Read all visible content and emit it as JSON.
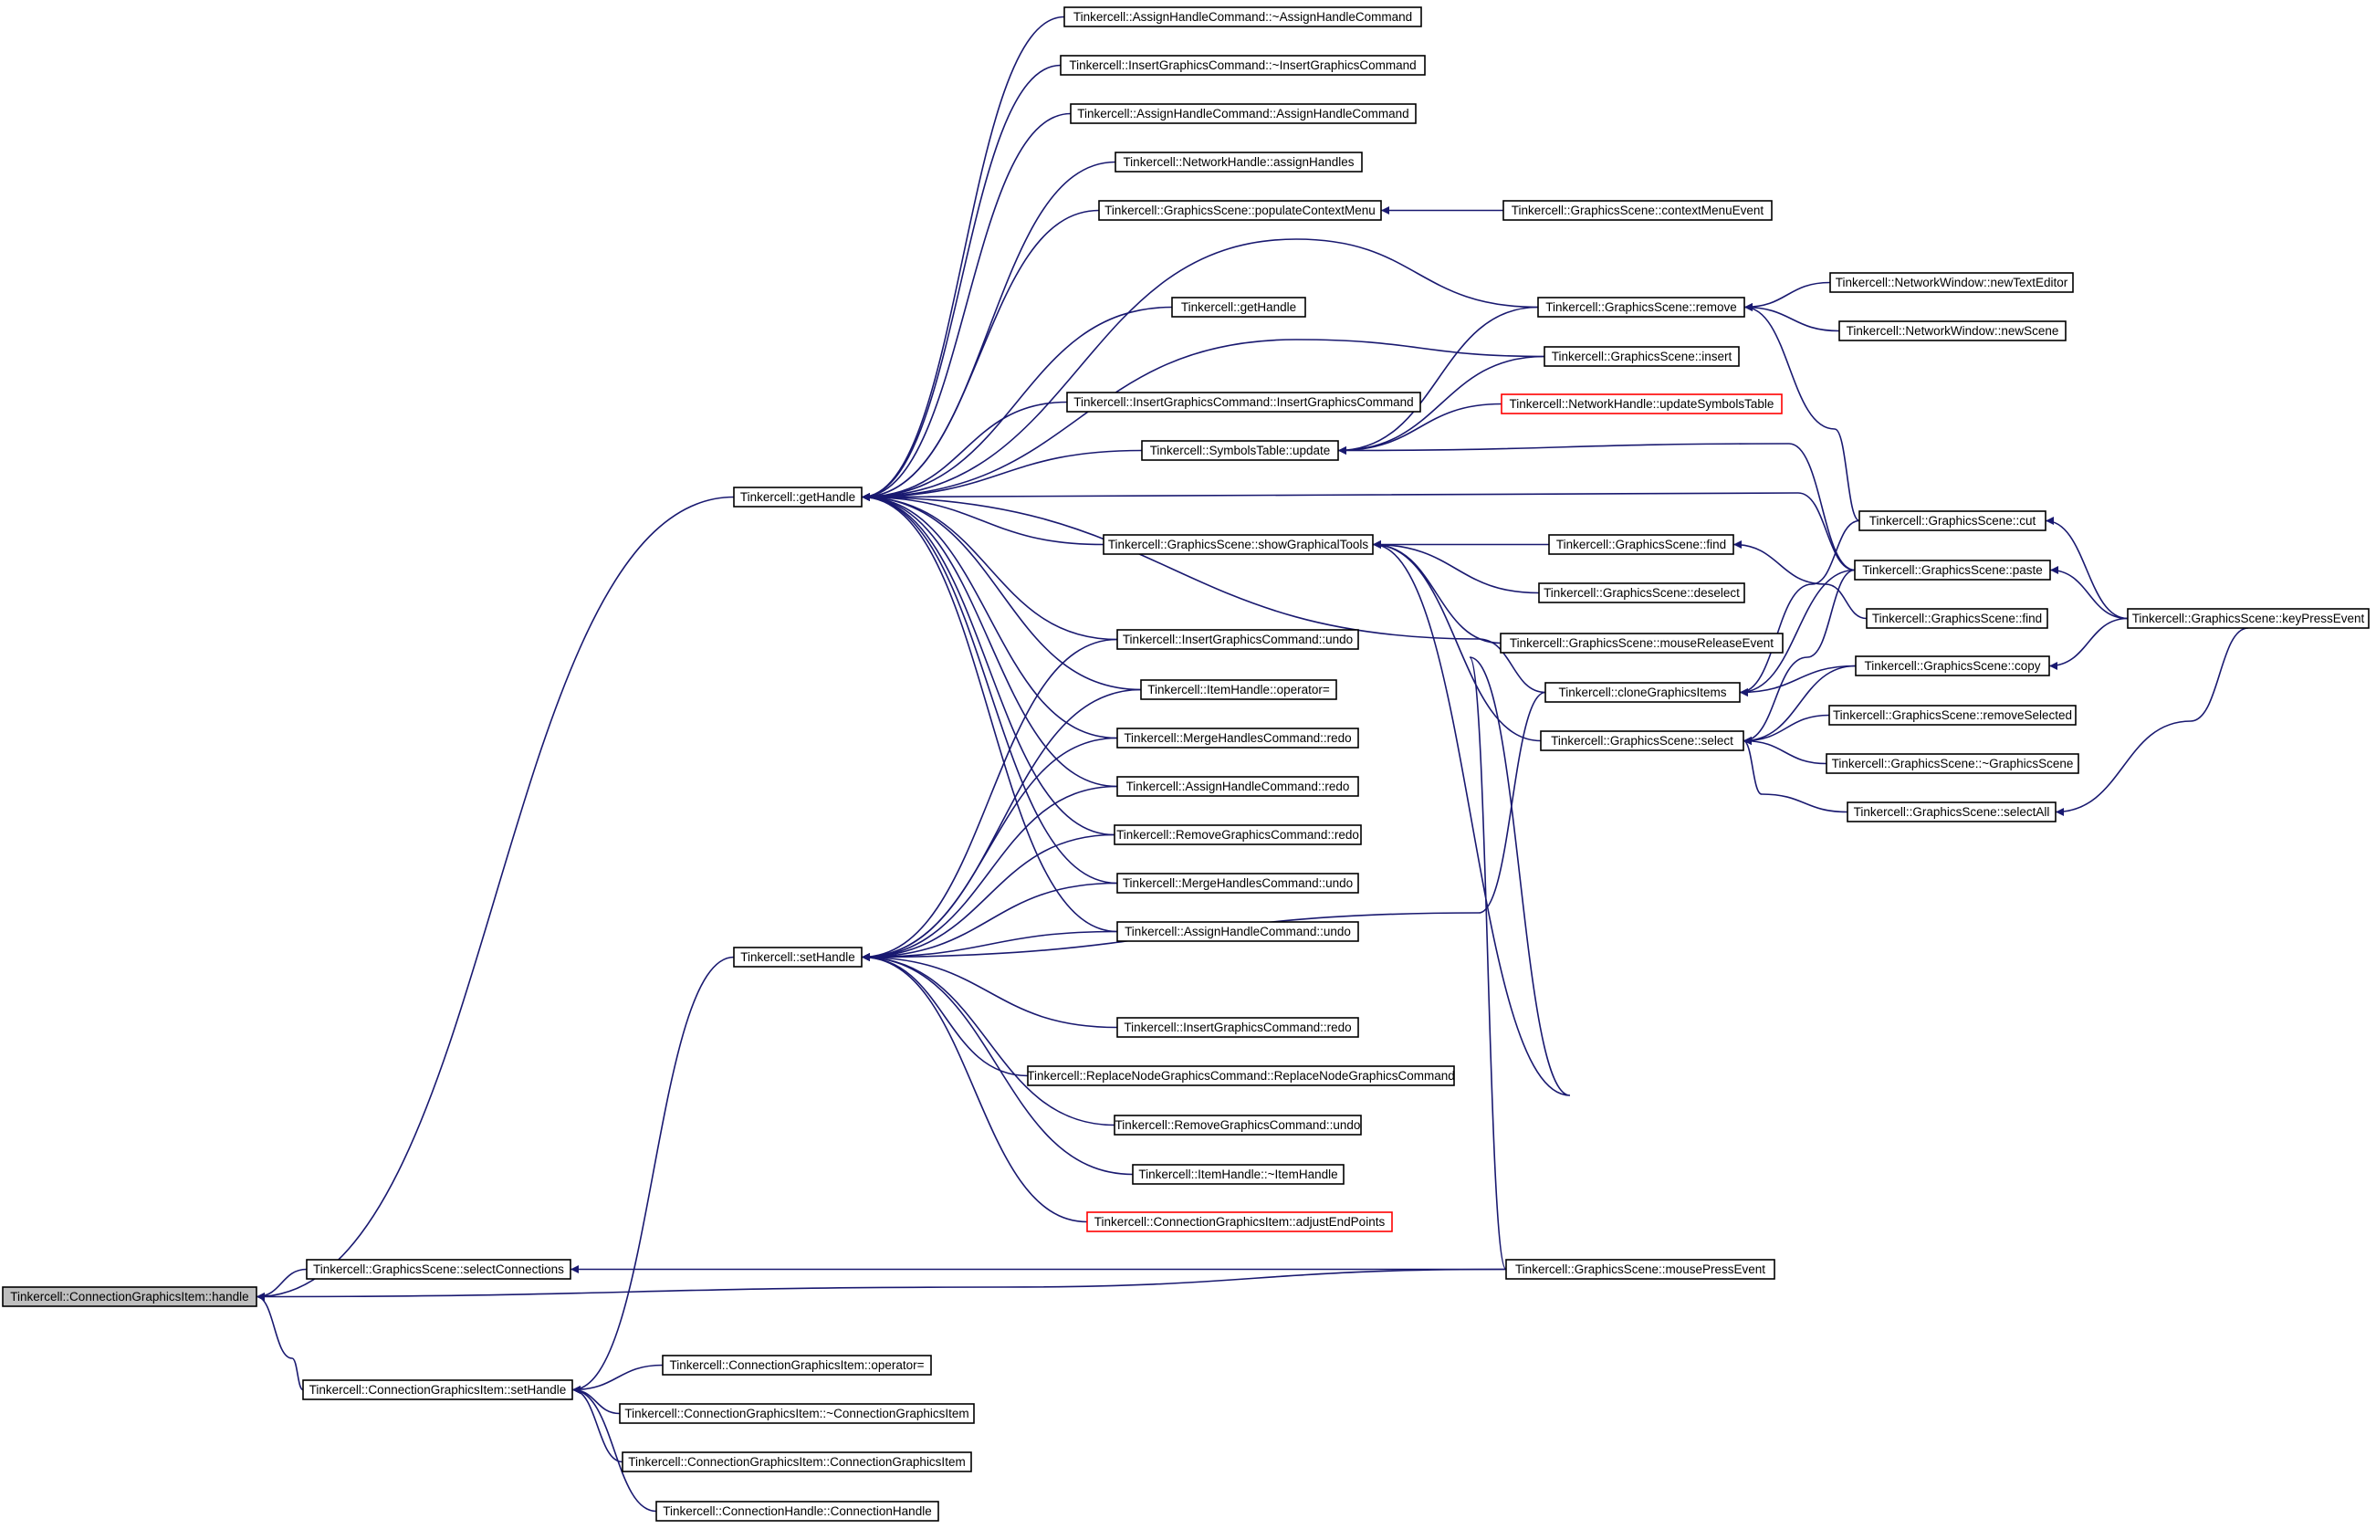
{
  "diagram": {
    "type": "caller-graph",
    "colors": {
      "edge": "#191970",
      "node_border": "#000000",
      "truncated_node_border": "#ff0000",
      "root_fill": "#bfbfbf",
      "node_fill": "#ffffff"
    },
    "nodes": [
      {
        "id": "root",
        "label": "Tinkercell::ConnectionGraphicsItem::handle",
        "style": "root"
      },
      {
        "id": "gs_selectConnections",
        "label": "Tinkercell::GraphicsScene::selectConnections"
      },
      {
        "id": "cgi_setHandle",
        "label": "Tinkercell::ConnectionGraphicsItem::setHandle"
      },
      {
        "id": "getHandle",
        "label": "Tinkercell::getHandle"
      },
      {
        "id": "setHandle",
        "label": "Tinkercell::setHandle"
      },
      {
        "id": "ahc_dtor",
        "label": "Tinkercell::AssignHandleCommand::~AssignHandleCommand"
      },
      {
        "id": "igc_dtor",
        "label": "Tinkercell::InsertGraphicsCommand::~InsertGraphicsCommand"
      },
      {
        "id": "ahc_ctor",
        "label": "Tinkercell::AssignHandleCommand::AssignHandleCommand"
      },
      {
        "id": "nh_assignHandles",
        "label": "Tinkercell::NetworkHandle::assignHandles"
      },
      {
        "id": "gs_populateContextMenu",
        "label": "Tinkercell::GraphicsScene::populateContextMenu"
      },
      {
        "id": "getHandle2",
        "label": "Tinkercell::getHandle"
      },
      {
        "id": "igc_ctor",
        "label": "Tinkercell::InsertGraphicsCommand::InsertGraphicsCommand"
      },
      {
        "id": "st_update",
        "label": "Tinkercell::SymbolsTable::update"
      },
      {
        "id": "gs_showGraphicalTools",
        "label": "Tinkercell::GraphicsScene::showGraphicalTools"
      },
      {
        "id": "igc_undo",
        "label": "Tinkercell::InsertGraphicsCommand::undo"
      },
      {
        "id": "ih_assign",
        "label": "Tinkercell::ItemHandle::operator="
      },
      {
        "id": "mhc_redo",
        "label": "Tinkercell::MergeHandlesCommand::redo"
      },
      {
        "id": "ahc_redo",
        "label": "Tinkercell::AssignHandleCommand::redo"
      },
      {
        "id": "rgc_redo",
        "label": "Tinkercell::RemoveGraphicsCommand::redo"
      },
      {
        "id": "mhc_undo",
        "label": "Tinkercell::MergeHandlesCommand::undo"
      },
      {
        "id": "ahc_undo",
        "label": "Tinkercell::AssignHandleCommand::undo"
      },
      {
        "id": "igc_redo",
        "label": "Tinkercell::InsertGraphicsCommand::redo"
      },
      {
        "id": "rngc_ctor",
        "label": "Tinkercell::ReplaceNodeGraphicsCommand::ReplaceNodeGraphicsCommand"
      },
      {
        "id": "rgc_undo",
        "label": "Tinkercell::RemoveGraphicsCommand::undo"
      },
      {
        "id": "ih_dtor",
        "label": "Tinkercell::ItemHandle::~ItemHandle"
      },
      {
        "id": "cgi_adjustEndPoints",
        "label": "Tinkercell::ConnectionGraphicsItem::adjustEndPoints",
        "style": "truncated"
      },
      {
        "id": "cgi_assign",
        "label": "Tinkercell::ConnectionGraphicsItem::operator="
      },
      {
        "id": "cgi_dtor",
        "label": "Tinkercell::ConnectionGraphicsItem::~ConnectionGraphicsItem"
      },
      {
        "id": "cgi_ctor",
        "label": "Tinkercell::ConnectionGraphicsItem::ConnectionGraphicsItem"
      },
      {
        "id": "ch_ctor",
        "label": "Tinkercell::ConnectionHandle::ConnectionHandle"
      },
      {
        "id": "gs_contextMenuEvent",
        "label": "Tinkercell::GraphicsScene::contextMenuEvent"
      },
      {
        "id": "gs_remove",
        "label": "Tinkercell::GraphicsScene::remove"
      },
      {
        "id": "gs_insert",
        "label": "Tinkercell::GraphicsScene::insert"
      },
      {
        "id": "nh_updateSymbolsTable",
        "label": "Tinkercell::NetworkHandle::updateSymbolsTable",
        "style": "truncated"
      },
      {
        "id": "gs_find",
        "label": "Tinkercell::GraphicsScene::find"
      },
      {
        "id": "gs_deselect",
        "label": "Tinkercell::GraphicsScene::deselect"
      },
      {
        "id": "gs_mouseReleaseEvent",
        "label": "Tinkercell::GraphicsScene::mouseReleaseEvent"
      },
      {
        "id": "cloneGraphicsItems",
        "label": "Tinkercell::cloneGraphicsItems"
      },
      {
        "id": "gs_select",
        "label": "Tinkercell::GraphicsScene::select"
      },
      {
        "id": "gs_mousePressEvent",
        "label": "Tinkercell::GraphicsScene::mousePressEvent"
      },
      {
        "id": "nw_newTextEditor",
        "label": "Tinkercell::NetworkWindow::newTextEditor"
      },
      {
        "id": "nw_newScene",
        "label": "Tinkercell::NetworkWindow::newScene"
      },
      {
        "id": "gs_cut",
        "label": "Tinkercell::GraphicsScene::cut"
      },
      {
        "id": "gs_paste",
        "label": "Tinkercell::GraphicsScene::paste"
      },
      {
        "id": "gs_find2",
        "label": "Tinkercell::GraphicsScene::find"
      },
      {
        "id": "gs_copy",
        "label": "Tinkercell::GraphicsScene::copy"
      },
      {
        "id": "gs_removeSelected",
        "label": "Tinkercell::GraphicsScene::removeSelected"
      },
      {
        "id": "gs_dtor",
        "label": "Tinkercell::GraphicsScene::~GraphicsScene"
      },
      {
        "id": "gs_selectAll",
        "label": "Tinkercell::GraphicsScene::selectAll"
      },
      {
        "id": "gs_keyPressEvent",
        "label": "Tinkercell::GraphicsScene::keyPressEvent"
      }
    ],
    "edges": [
      [
        "getHandle",
        "root"
      ],
      [
        "gs_selectConnections",
        "root"
      ],
      [
        "gs_mousePressEvent",
        "root"
      ],
      [
        "cgi_setHandle",
        "root"
      ],
      [
        "gs_mousePressEvent",
        "gs_selectConnections"
      ],
      [
        "setHandle",
        "cgi_setHandle"
      ],
      [
        "cgi_assign",
        "cgi_setHandle"
      ],
      [
        "cgi_dtor",
        "cgi_setHandle"
      ],
      [
        "cgi_ctor",
        "cgi_setHandle"
      ],
      [
        "ch_ctor",
        "cgi_setHandle"
      ],
      [
        "ahc_dtor",
        "getHandle"
      ],
      [
        "igc_dtor",
        "getHandle"
      ],
      [
        "ahc_ctor",
        "getHandle"
      ],
      [
        "nh_assignHandles",
        "getHandle"
      ],
      [
        "gs_populateContextMenu",
        "getHandle"
      ],
      [
        "gs_remove",
        "getHandle"
      ],
      [
        "getHandle2",
        "getHandle"
      ],
      [
        "gs_insert",
        "getHandle"
      ],
      [
        "igc_ctor",
        "getHandle"
      ],
      [
        "st_update",
        "getHandle"
      ],
      [
        "gs_paste",
        "getHandle"
      ],
      [
        "gs_showGraphicalTools",
        "getHandle"
      ],
      [
        "cloneGraphicsItems",
        "getHandle"
      ],
      [
        "igc_undo",
        "getHandle"
      ],
      [
        "ih_assign",
        "getHandle"
      ],
      [
        "mhc_redo",
        "getHandle"
      ],
      [
        "ahc_redo",
        "getHandle"
      ],
      [
        "rgc_redo",
        "getHandle"
      ],
      [
        "mhc_undo",
        "getHandle"
      ],
      [
        "ahc_undo",
        "getHandle"
      ],
      [
        "igc_undo",
        "setHandle"
      ],
      [
        "ih_assign",
        "setHandle"
      ],
      [
        "mhc_redo",
        "setHandle"
      ],
      [
        "ahc_redo",
        "setHandle"
      ],
      [
        "rgc_redo",
        "setHandle"
      ],
      [
        "mhc_undo",
        "setHandle"
      ],
      [
        "ahc_undo",
        "setHandle"
      ],
      [
        "cloneGraphicsItems",
        "setHandle"
      ],
      [
        "igc_redo",
        "setHandle"
      ],
      [
        "rngc_ctor",
        "setHandle"
      ],
      [
        "rgc_undo",
        "setHandle"
      ],
      [
        "ih_dtor",
        "setHandle"
      ],
      [
        "cgi_adjustEndPoints",
        "setHandle"
      ],
      [
        "gs_contextMenuEvent",
        "gs_populateContextMenu"
      ],
      [
        "gs_remove",
        "st_update"
      ],
      [
        "gs_insert",
        "st_update"
      ],
      [
        "nh_updateSymbolsTable",
        "st_update"
      ],
      [
        "gs_paste",
        "st_update"
      ],
      [
        "gs_find",
        "gs_showGraphicalTools"
      ],
      [
        "gs_deselect",
        "gs_showGraphicalTools"
      ],
      [
        "gs_mouseReleaseEvent",
        "gs_showGraphicalTools"
      ],
      [
        "gs_select",
        "gs_showGraphicalTools"
      ],
      [
        "gs_mousePressEvent",
        "gs_showGraphicalTools"
      ],
      [
        "nw_newTextEditor",
        "gs_remove"
      ],
      [
        "nw_newScene",
        "gs_remove"
      ],
      [
        "gs_cut",
        "gs_remove"
      ],
      [
        "gs_find2",
        "gs_find"
      ],
      [
        "gs_cut",
        "cloneGraphicsItems"
      ],
      [
        "gs_paste",
        "cloneGraphicsItems"
      ],
      [
        "gs_copy",
        "cloneGraphicsItems"
      ],
      [
        "gs_paste",
        "gs_select"
      ],
      [
        "gs_copy",
        "gs_select"
      ],
      [
        "gs_removeSelected",
        "gs_select"
      ],
      [
        "gs_dtor",
        "gs_select"
      ],
      [
        "gs_selectAll",
        "gs_select"
      ],
      [
        "gs_keyPressEvent",
        "gs_cut"
      ],
      [
        "gs_keyPressEvent",
        "gs_paste"
      ],
      [
        "gs_keyPressEvent",
        "gs_copy"
      ],
      [
        "gs_keyPressEvent",
        "gs_selectAll"
      ]
    ]
  }
}
